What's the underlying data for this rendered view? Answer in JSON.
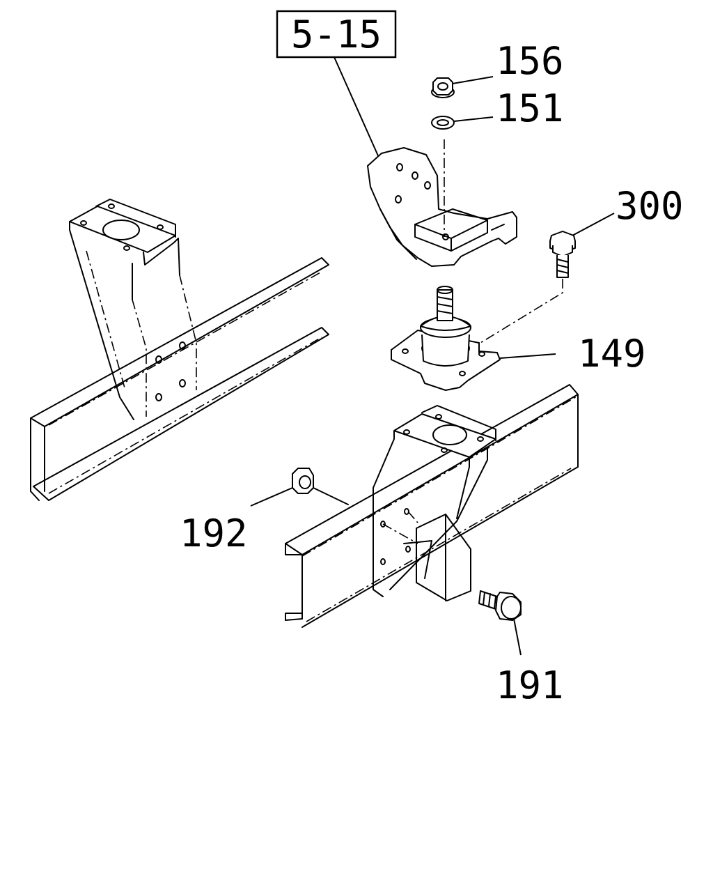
{
  "diagram": {
    "reference_box": {
      "label": "5-15"
    },
    "callouts": [
      {
        "id": "156",
        "label": "156"
      },
      {
        "id": "151",
        "label": "151"
      },
      {
        "id": "300",
        "label": "300"
      },
      {
        "id": "149",
        "label": "149"
      },
      {
        "id": "192",
        "label": "192"
      },
      {
        "id": "191",
        "label": "191"
      }
    ]
  }
}
